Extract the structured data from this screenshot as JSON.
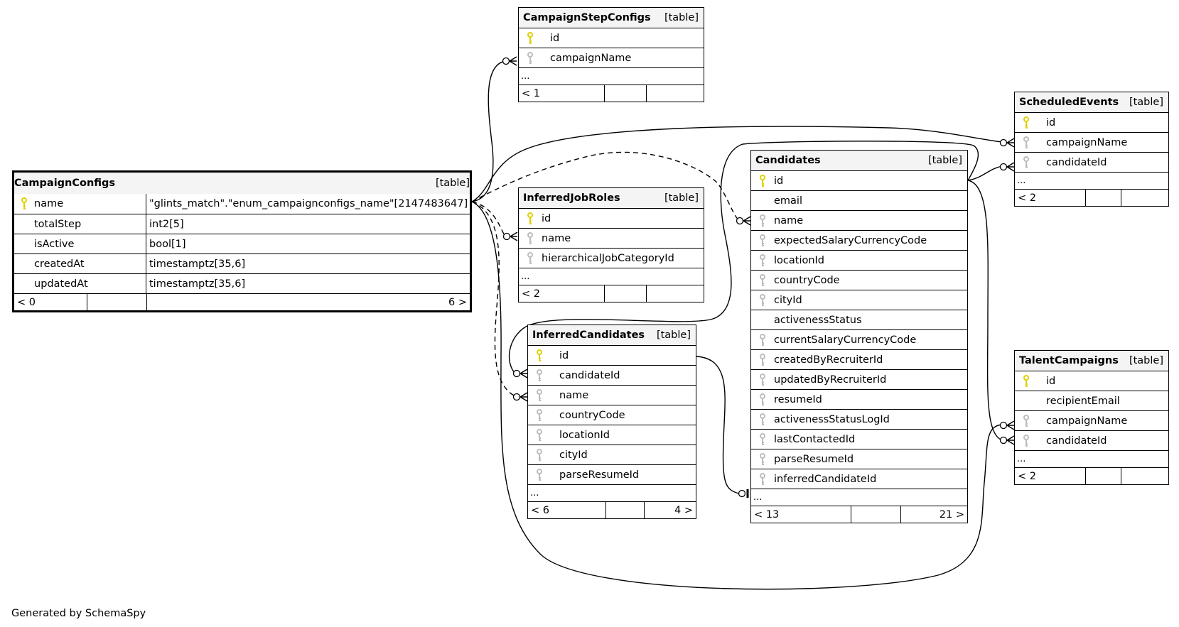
{
  "footer_text": "Generated by SchemaSpy",
  "table_tag": "[table]",
  "ellipsis": "...",
  "colors": {
    "pk_key": "#e0d000",
    "fk_key": "#bdbdbd",
    "header_bg": "#f4f4f4",
    "line": "#000000"
  },
  "tables": {
    "campaign_configs": {
      "name": "CampaignConfigs",
      "columns": [
        {
          "name": "name",
          "type": "\"glints_match\".\"enum_campaignconfigs_name\"[2147483647]",
          "key": "pk"
        },
        {
          "name": "totalStep",
          "type": "int2[5]",
          "key": "none"
        },
        {
          "name": "isActive",
          "type": "bool[1]",
          "key": "none"
        },
        {
          "name": "createdAt",
          "type": "timestamptz[35,6]",
          "key": "none"
        },
        {
          "name": "updatedAt",
          "type": "timestamptz[35,6]",
          "key": "none"
        }
      ],
      "parents": "< 0",
      "children": "6 >"
    },
    "campaign_step_configs": {
      "name": "CampaignStepConfigs",
      "columns": [
        {
          "name": "id",
          "key": "pk"
        },
        {
          "name": "campaignName",
          "key": "fk"
        }
      ],
      "parents": "< 1",
      "children": ""
    },
    "inferred_job_roles": {
      "name": "InferredJobRoles",
      "columns": [
        {
          "name": "id",
          "key": "pk"
        },
        {
          "name": "name",
          "key": "fk"
        },
        {
          "name": "hierarchicalJobCategoryId",
          "key": "fk"
        }
      ],
      "parents": "< 2",
      "children": ""
    },
    "inferred_candidates": {
      "name": "InferredCandidates",
      "columns": [
        {
          "name": "id",
          "key": "pk"
        },
        {
          "name": "candidateId",
          "key": "fk"
        },
        {
          "name": "name",
          "key": "fk"
        },
        {
          "name": "countryCode",
          "key": "fk"
        },
        {
          "name": "locationId",
          "key": "fk"
        },
        {
          "name": "cityId",
          "key": "fk"
        },
        {
          "name": "parseResumeId",
          "key": "fk"
        }
      ],
      "parents": "< 6",
      "children": "4 >"
    },
    "candidates": {
      "name": "Candidates",
      "columns": [
        {
          "name": "id",
          "key": "pk"
        },
        {
          "name": "email",
          "key": "none"
        },
        {
          "name": "name",
          "key": "fk"
        },
        {
          "name": "expectedSalaryCurrencyCode",
          "key": "fk"
        },
        {
          "name": "locationId",
          "key": "fk"
        },
        {
          "name": "countryCode",
          "key": "fk"
        },
        {
          "name": "cityId",
          "key": "fk"
        },
        {
          "name": "activenessStatus",
          "key": "none"
        },
        {
          "name": "currentSalaryCurrencyCode",
          "key": "fk"
        },
        {
          "name": "createdByRecruiterId",
          "key": "fk"
        },
        {
          "name": "updatedByRecruiterId",
          "key": "fk"
        },
        {
          "name": "resumeId",
          "key": "fk"
        },
        {
          "name": "activenessStatusLogId",
          "key": "fk"
        },
        {
          "name": "lastContactedId",
          "key": "fk"
        },
        {
          "name": "parseResumeId",
          "key": "fk"
        },
        {
          "name": "inferredCandidateId",
          "key": "fk"
        }
      ],
      "parents": "< 13",
      "children": "21 >"
    },
    "scheduled_events": {
      "name": "ScheduledEvents",
      "columns": [
        {
          "name": "id",
          "key": "pk"
        },
        {
          "name": "campaignName",
          "key": "fk"
        },
        {
          "name": "candidateId",
          "key": "fk"
        }
      ],
      "parents": "< 2",
      "children": ""
    },
    "talent_campaigns": {
      "name": "TalentCampaigns",
      "columns": [
        {
          "name": "id",
          "key": "pk"
        },
        {
          "name": "recipientEmail",
          "key": "none"
        },
        {
          "name": "campaignName",
          "key": "fk"
        },
        {
          "name": "candidateId",
          "key": "fk"
        }
      ],
      "parents": "< 2",
      "children": ""
    }
  }
}
